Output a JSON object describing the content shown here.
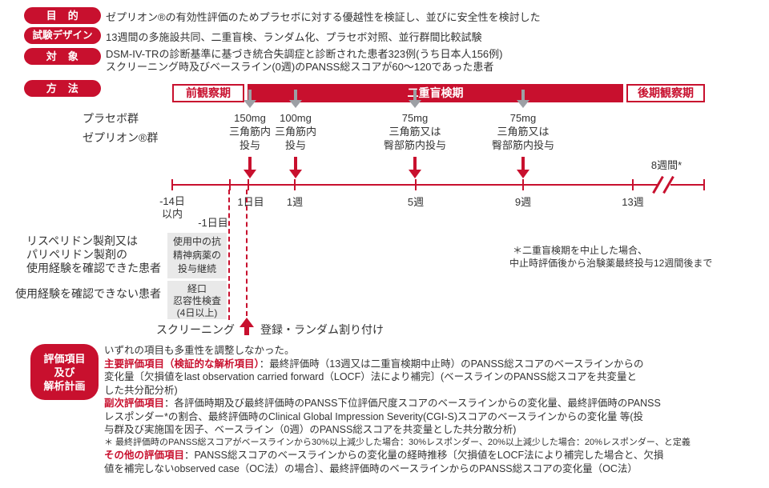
{
  "colors": {
    "accent": "#C8102E",
    "gray_arrow": "#9CA0A5",
    "box_bg": "#E9E9E9",
    "text": "#333333"
  },
  "header": {
    "purpose_label": "目　的",
    "purpose_text": "ゼプリオン®の有効性評価のためプラセボに対する優越性を検証し、並びに安全性を検討した",
    "design_label": "試験デザイン",
    "design_text": "13週間の多施設共同、二重盲検、ランダム化、プラセボ対照、並行群間比較試験",
    "subject_label": "対　象",
    "subject_line1": "DSM-IV-TRの診断基準に基づき統合失調症と診断された患者323例(うち日本人156例)",
    "subject_line2": "スクリーニング時及びベースライン(0週)のPANSS総スコアが60〜120であった患者",
    "method_label": "方　法"
  },
  "timeline": {
    "period_pre": "前観察期",
    "period_blind": "二重盲検期",
    "period_post": "後期観察期",
    "group_placebo": "プラセボ群",
    "group_xeplion": "ゼプリオン®群",
    "doses": [
      {
        "dose": "150mg",
        "route1": "三角筋内",
        "route2": "投与"
      },
      {
        "dose": "100mg",
        "route1": "三角筋内",
        "route2": "投与"
      },
      {
        "dose": "75mg",
        "route1": "三角筋又は",
        "route2": "臀部筋内投与"
      },
      {
        "dose": "75mg",
        "route1": "三角筋又は",
        "route2": "臀部筋内投与"
      }
    ],
    "tick_start_line1": "-14日",
    "tick_start_line2": "以内",
    "tick_day_minus1": "-1日目",
    "tick_day1": "1日目",
    "tick_week1": "1週",
    "tick_week5": "5週",
    "tick_week9": "9週",
    "tick_week13": "13週",
    "post_duration": "8週間*"
  },
  "pathways": {
    "experienced_line1": "リスペリドン製剤又は",
    "experienced_line2": "パリペリドン製剤の",
    "experienced_line3": "使用経験を確認できた患者",
    "inexperienced": "使用経験を確認できない患者",
    "box_continue_line1": "使用中の抗",
    "box_continue_line2": "精神病薬の",
    "box_continue_line3": "投与継続",
    "box_oral_line1": "経口",
    "box_oral_line2": "忍容性検査",
    "box_oral_line3": "(4日以上)",
    "screening": "スクリーニング",
    "randomization": "登録・ランダム割り付け"
  },
  "note": {
    "line1": "＊二重盲検期を中止した場合、",
    "line2": "中止時評価後から治験薬最終投与12週間後まで"
  },
  "evaluation": {
    "badge_line1": "評価項目",
    "badge_line2": "及び",
    "badge_line3": "解析計画",
    "intro": "いずれの項目も多重性を調整しなかった。",
    "primary_label": "主要評価項目（検証的な解析項目）",
    "primary_text": "：最終評価時（13週又は二重盲検期中止時）のPANSS総スコアのベースラインからの",
    "primary_line2": "変化量〔欠損値をlast observation carried forward（LOCF）法により補完〕(ベースラインのPANSS総スコアを共変量と",
    "primary_line3": "した共分配分析)",
    "secondary_label": "副次評価項目",
    "secondary_text": "：各評価時期及び最終評価時のPANSS下位評価尺度スコアのベースラインからの変化量、最終評価時のPANSS",
    "secondary_line2": "レスポンダー*の割合、最終評価時のClinical Global Impression Severity(CGI-S)スコアのベースラインからの変化量 等(投",
    "secondary_line3": "与群及び実施国を因子、ベースライン（0週）のPANSS総スコアを共変量とした共分散分析)",
    "responder_note": "＊ 最終評価時のPANSS総スコアがベースラインから30%以上減少した場合：30%レスポンダー、20%以上減少した場合：20%レスポンダー、と定義",
    "other_label": "その他の評価項目",
    "other_text": "：PANSS総スコアのベースラインからの変化量の経時推移〔欠損値をLOCF法により補完した場合と、欠損",
    "other_line2": "値を補完しないobserved case（OC法）の場合〕、最終評価時のベースラインからのPANSS総スコアの変化量（OC法）"
  }
}
